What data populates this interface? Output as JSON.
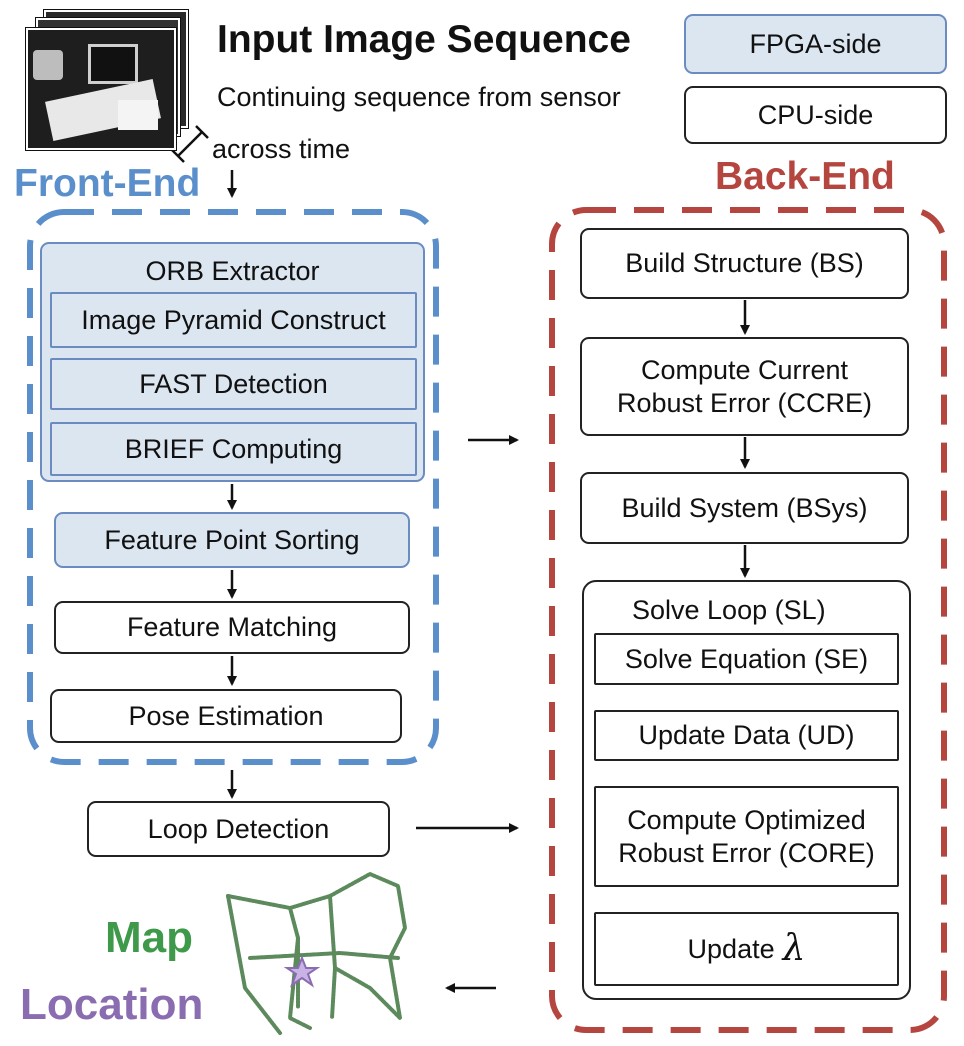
{
  "header": {
    "title": "Input Image Sequence",
    "subtitle": "Continuing sequence from sensor",
    "time_label": "across time"
  },
  "legend": {
    "fpga": "FPGA-side",
    "cpu": "CPU-side"
  },
  "front_end": {
    "label": "Front-End",
    "orb": {
      "title": "ORB Extractor",
      "steps": [
        "Image Pyramid Construct",
        "FAST Detection",
        "BRIEF Computing"
      ]
    },
    "sorting": "Feature Point Sorting",
    "matching": "Feature Matching",
    "pose": "Pose Estimation"
  },
  "loop_detection": "Loop Detection",
  "back_end": {
    "label": "Back-End",
    "build_structure": "Build Structure (BS)",
    "ccre_line1": "Compute Current",
    "ccre_line2": "Robust Error (CCRE)",
    "build_system": "Build System (BSys)",
    "solve_loop": {
      "title": "Solve Loop (SL)",
      "solve_equation": "Solve Equation (SE)",
      "update_data": "Update Data (UD)",
      "core_line1": "Compute Optimized",
      "core_line2": "Robust Error (CORE)",
      "update_lambda": "Update",
      "lambda_symbol": "λ"
    }
  },
  "output": {
    "map": "Map",
    "location": "Location"
  },
  "colors": {
    "fpga_fill": "#dce6f1",
    "front_end_blue": "#5b8fcc",
    "back_end_red": "#b5463f",
    "map_green": "#3e9a4a",
    "location_purple": "#8a6db0"
  }
}
